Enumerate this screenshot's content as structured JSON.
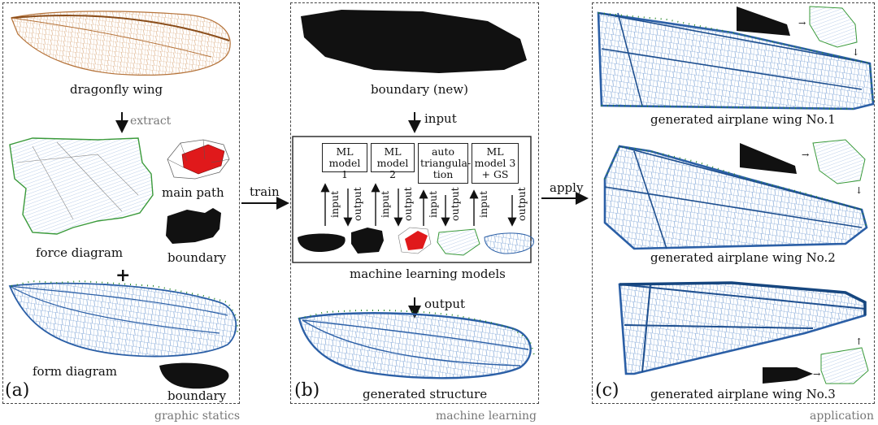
{
  "panel_a": {
    "letter": "(a)",
    "footer": "graphic statics",
    "dragonfly": "dragonfly wing",
    "extract": "extract",
    "force": "force diagram",
    "main_path": "main path",
    "boundary_top": "boundary",
    "plus": "+",
    "form": "form diagram",
    "boundary_bottom": "boundary"
  },
  "train": "train",
  "panel_b": {
    "letter": "(b)",
    "footer": "machine learning",
    "boundary_new": "boundary (new)",
    "input": "input",
    "models": [
      "ML\nmodel 1",
      "ML\nmodel 2",
      "auto\ntriangula-\ntion",
      "ML\nmodel 3\n+ GS"
    ],
    "arrow_input": "input",
    "arrow_output": "output",
    "ml_caption": "machine learning models",
    "output": "output",
    "generated": "generated structure"
  },
  "apply": "apply",
  "panel_c": {
    "letter": "(c)",
    "footer": "application",
    "wing1": "generated airplane wing No.1",
    "wing2": "generated airplane wing No.2",
    "wing3": "generated airplane wing No.3"
  },
  "colors": {
    "wing_blue": "#2b5fa6",
    "mesh_blue": "#7fa5d6",
    "green": "#2e8b2e",
    "red": "#e0191b",
    "dragonfly_brown": "#b5733a"
  }
}
